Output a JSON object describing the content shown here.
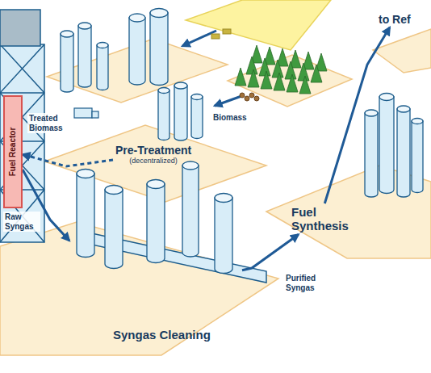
{
  "diagram": {
    "nodes": [
      {
        "text": [
          "Fuel Reactor"
        ]
      },
      {
        "text": [
          "Pre-Treatment",
          "(decentralized)"
        ]
      },
      {
        "text": [
          "to Ref"
        ]
      },
      {
        "text": [
          "Fuel Synthesis"
        ]
      },
      {
        "text": [
          "Syngas Cleaning"
        ]
      }
    ],
    "edges": [
      {
        "from": 1,
        "to": 0,
        "arrow": "to",
        "label": "Treated Biomass"
      },
      {
        "from": 0,
        "to": 4,
        "arrow": "to",
        "label": "Raw Syngas"
      },
      {
        "from": 4,
        "to": 3,
        "arrow": "to",
        "label": "Purified Syngas"
      },
      {
        "from": 3,
        "to": 2,
        "arrow": "to"
      }
    ],
    "labels": [
      "Biomass"
    ]
  }
}
